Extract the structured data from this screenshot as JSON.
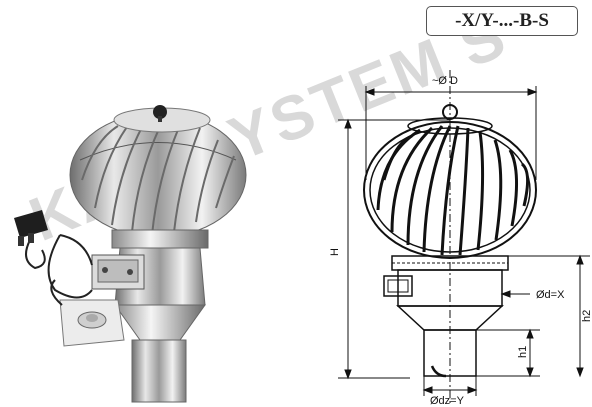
{
  "watermark_text": "KAM SYSTEM S",
  "model_code": "-X/Y-...-B-S",
  "dimensions": {
    "outer_diameter": "~Ø D",
    "height": "H",
    "inner_diameter": "Ød=X",
    "base_diameter": "Ødz=Y",
    "h1": "h1",
    "h2": "h2"
  }
}
